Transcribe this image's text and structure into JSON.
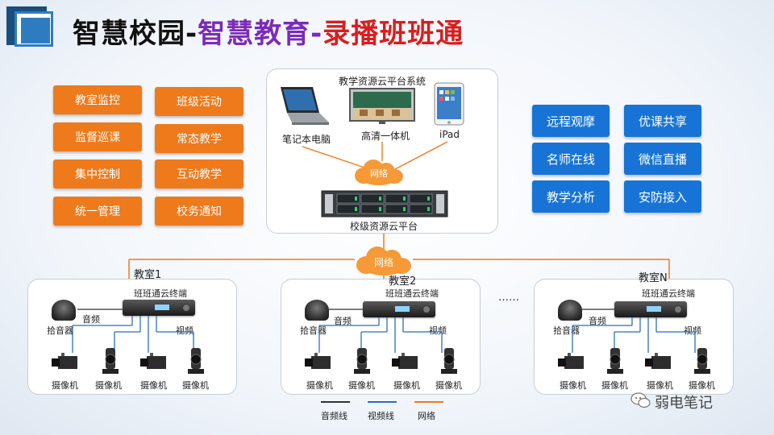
{
  "title": {
    "part1": "智慧校园-",
    "part2": "智慧教育-",
    "part3": "录播班班通"
  },
  "left_buttons": [
    "教室监控",
    "班级活动",
    "监督巡课",
    "常态教学",
    "集中控制",
    "互动教学",
    "统一管理",
    "校务通知"
  ],
  "right_buttons": [
    "远程观摩",
    "优课共享",
    "名师在线",
    "微信直播",
    "教学分析",
    "安防接入"
  ],
  "cloud_platform": {
    "title": "教学资源云平台系统",
    "devices": [
      "笔记本电脑",
      "高清一体机",
      "iPad"
    ],
    "network": "网络",
    "server_label": "校级资源云平台"
  },
  "main_network": "网络",
  "classrooms": [
    {
      "name": "教室1",
      "terminal": "班班通云终端",
      "mic": "拾音器",
      "audio": "音频",
      "video": "视频",
      "cameras": [
        "摄像机",
        "摄像机",
        "摄像机",
        "摄像机"
      ]
    },
    {
      "name": "教室2",
      "terminal": "班班通云终端",
      "mic": "拾音器",
      "audio": "音频",
      "video": "视频",
      "cameras": [
        "摄像机",
        "摄像机",
        "摄像机",
        "摄像机"
      ]
    },
    {
      "name": "教室N",
      "terminal": "班班通云终端",
      "mic": "拾音器",
      "audio": "音频",
      "video": "视频",
      "cameras": [
        "摄像机",
        "摄像机",
        "摄像机",
        "摄像机"
      ]
    }
  ],
  "ellipsis": "……",
  "legend": [
    {
      "label": "音频线",
      "color": "#333333"
    },
    {
      "label": "视频线",
      "color": "#2b6fb3"
    },
    {
      "label": "网络",
      "color": "#ee7a1c"
    }
  ],
  "watermark": "弱电笔记",
  "colors": {
    "orange": "#ee7a1c",
    "blue": "#1774d6",
    "purple": "#7b2bb8",
    "red": "#d81e1e"
  }
}
